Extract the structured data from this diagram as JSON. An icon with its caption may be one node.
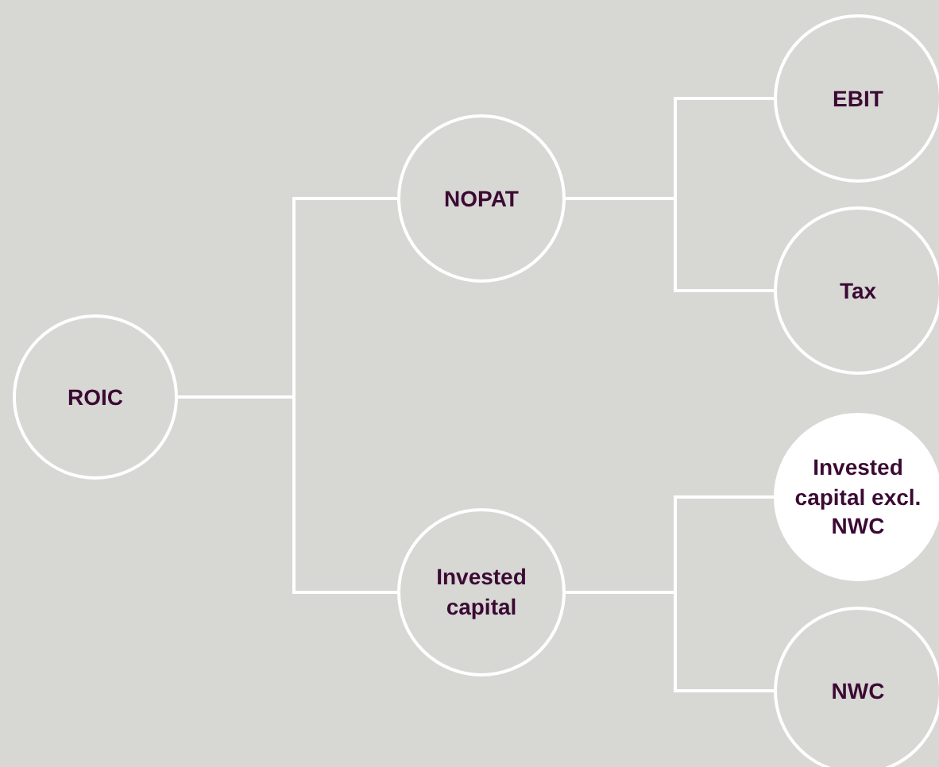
{
  "diagram": {
    "nodes": [
      {
        "text": [
          "ROIC"
        ]
      },
      {
        "text": [
          "NOPAT"
        ]
      },
      {
        "text": [
          "Invested capital"
        ]
      },
      {
        "text": [
          "EBIT"
        ]
      },
      {
        "text": [
          "Tax"
        ]
      },
      {
        "text": [
          "Invested capital excl. NWC"
        ]
      },
      {
        "text": [
          "NWC"
        ]
      }
    ],
    "edges": [
      {
        "from": 0,
        "to": 1,
        "arrow": "none"
      },
      {
        "from": 0,
        "to": 2,
        "arrow": "none"
      },
      {
        "from": 1,
        "to": 3,
        "arrow": "none"
      },
      {
        "from": 1,
        "to": 4,
        "arrow": "none"
      },
      {
        "from": 2,
        "to": 5,
        "arrow": "none"
      },
      {
        "from": 2,
        "to": 6,
        "arrow": "none"
      }
    ]
  }
}
